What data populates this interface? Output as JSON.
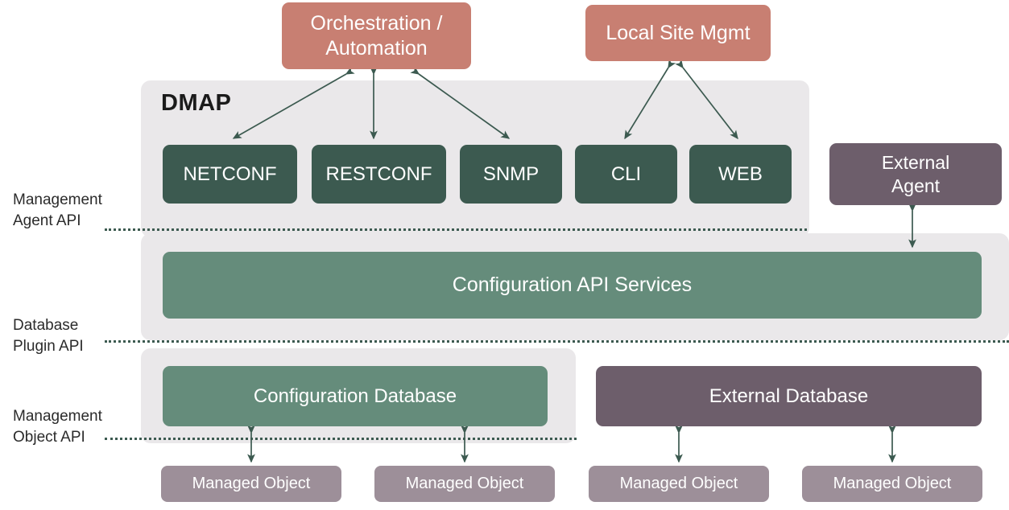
{
  "diagram": {
    "title": "DMAP",
    "panels": [
      {
        "name": "management-agent-panel"
      },
      {
        "name": "configuration-services-panel"
      },
      {
        "name": "database-panel"
      }
    ],
    "api_labels": [
      {
        "id": "management-agent-api",
        "text": "Management\nAgent API"
      },
      {
        "id": "database-plugin-api",
        "text": "Database\nPlugin API"
      },
      {
        "id": "management-object-api",
        "text": "Management\nObject API"
      }
    ],
    "external_systems": [
      {
        "id": "orchestration",
        "label": "Orchestration /\nAutomation",
        "color": "#c87f72"
      },
      {
        "id": "local-site-mgmt",
        "label": "Local Site Mgmt",
        "color": "#c87f72"
      }
    ],
    "management_agents": [
      {
        "id": "netconf",
        "label": "NETCONF",
        "color": "#3c5a50"
      },
      {
        "id": "restconf",
        "label": "RESTCONF",
        "color": "#3c5a50"
      },
      {
        "id": "snmp",
        "label": "SNMP",
        "color": "#3c5a50"
      },
      {
        "id": "cli",
        "label": "CLI",
        "color": "#3c5a50"
      },
      {
        "id": "web",
        "label": "WEB",
        "color": "#3c5a50"
      }
    ],
    "external_agent": {
      "id": "external-agent",
      "label": "External\nAgent",
      "color": "#6d5e6b"
    },
    "services": {
      "id": "configuration-api-services",
      "label": "Configuration API Services",
      "color": "#658c7b"
    },
    "databases": [
      {
        "id": "configuration-database",
        "label": "Configuration Database",
        "color": "#658c7b"
      },
      {
        "id": "external-database",
        "label": "External Database",
        "color": "#6d5e6b"
      }
    ],
    "managed_objects": [
      {
        "id": "managed-object-1",
        "label": "Managed Object",
        "color": "#9d8f99"
      },
      {
        "id": "managed-object-2",
        "label": "Managed Object",
        "color": "#9d8f99"
      },
      {
        "id": "managed-object-3",
        "label": "Managed Object",
        "color": "#9d8f99"
      },
      {
        "id": "managed-object-4",
        "label": "Managed Object",
        "color": "#9d8f99"
      }
    ],
    "colors": {
      "panel_background": "#eae8ea",
      "arrow": "#3c5a50",
      "page_background": "#ffffff",
      "text_on_box": "#ffffff",
      "label_text": "#2b2b2b"
    },
    "connections": [
      {
        "from": "orchestration",
        "to": "netconf",
        "style": "double-arrow"
      },
      {
        "from": "orchestration",
        "to": "restconf",
        "style": "double-arrow"
      },
      {
        "from": "orchestration",
        "to": "snmp",
        "style": "double-arrow"
      },
      {
        "from": "local-site-mgmt",
        "to": "cli",
        "style": "double-arrow"
      },
      {
        "from": "local-site-mgmt",
        "to": "web",
        "style": "double-arrow"
      },
      {
        "from": "external-agent",
        "to": "configuration-api-services",
        "style": "double-arrow"
      },
      {
        "from": "configuration-database",
        "to": "managed-object-1",
        "style": "double-arrow"
      },
      {
        "from": "configuration-database",
        "to": "managed-object-2",
        "style": "double-arrow"
      },
      {
        "from": "external-database",
        "to": "managed-object-3",
        "style": "double-arrow"
      },
      {
        "from": "external-database",
        "to": "managed-object-4",
        "style": "double-arrow"
      }
    ]
  }
}
